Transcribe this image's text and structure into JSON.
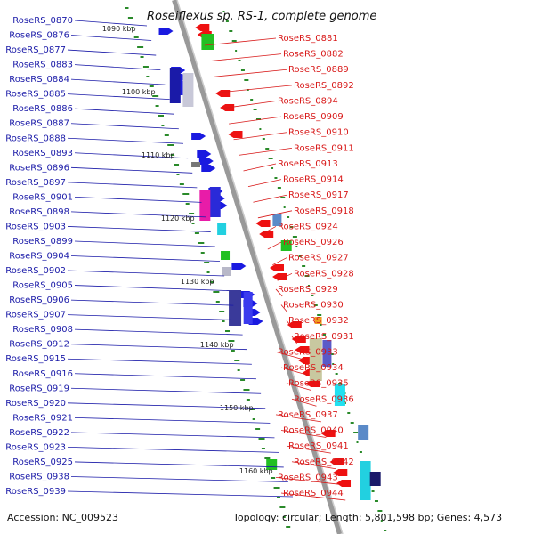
{
  "title": "Roseiflexus sp. RS-1, complete genome",
  "accession": "Accession: NC_009523",
  "summary": "Topology: circular; Length: 5,801,598 bp; Genes: 4,573",
  "ticks": [
    "1090 kbp",
    "1100 kbp",
    "1110 kbp",
    "1120 kbp",
    "1130 kbp",
    "1140 kbp",
    "1150 kbp",
    "1160 kbp"
  ],
  "left_genes": [
    "RoseRS_0870",
    "RoseRS_0876",
    "RoseRS_0877",
    "RoseRS_0883",
    "RoseRS_0884",
    "RoseRS_0885",
    "RoseRS_0886",
    "RoseRS_0887",
    "RoseRS_0888",
    "RoseRS_0893",
    "RoseRS_0896",
    "RoseRS_0897",
    "RoseRS_0901",
    "RoseRS_0898",
    "RoseRS_0903",
    "RoseRS_0899",
    "RoseRS_0904",
    "RoseRS_0902",
    "RoseRS_0905",
    "RoseRS_0906",
    "RoseRS_0907",
    "RoseRS_0908",
    "RoseRS_0912",
    "RoseRS_0915",
    "RoseRS_0916",
    "RoseRS_0919",
    "RoseRS_0920",
    "RoseRS_0921",
    "RoseRS_0922",
    "RoseRS_0923",
    "RoseRS_0925",
    "RoseRS_0938",
    "RoseRS_0939"
  ],
  "right_genes": [
    "RoseRS_0881",
    "RoseRS_0882",
    "RoseRS_0889",
    "RoseRS_0892",
    "RoseRS_0894",
    "RoseRS_0909",
    "RoseRS_0910",
    "RoseRS_0911",
    "RoseRS_0913",
    "RoseRS_0914",
    "RoseRS_0917",
    "RoseRS_0918",
    "RoseRS_0924",
    "RoseRS_0926",
    "RoseRS_0927",
    "RoseRS_0928",
    "RoseRS_0929",
    "RoseRS_0930",
    "RoseRS_0932",
    "RoseRS_0931",
    "RoseRS_0933",
    "RoseRS_0934",
    "RoseRS_0935",
    "RoseRS_0936",
    "RoseRS_0937",
    "RoseRS_0940",
    "RoseRS_0941",
    "RoseRS_0942",
    "RoseRS_0943",
    "RoseRS_0944"
  ],
  "colors": {
    "left_label": "#1a1aa8",
    "right_label": "#d81818",
    "forward_strand": "#1a1ae0",
    "reverse_strand": "#ee1111",
    "backbone": "#999999",
    "gc_dots": "#2a8a2a"
  }
}
